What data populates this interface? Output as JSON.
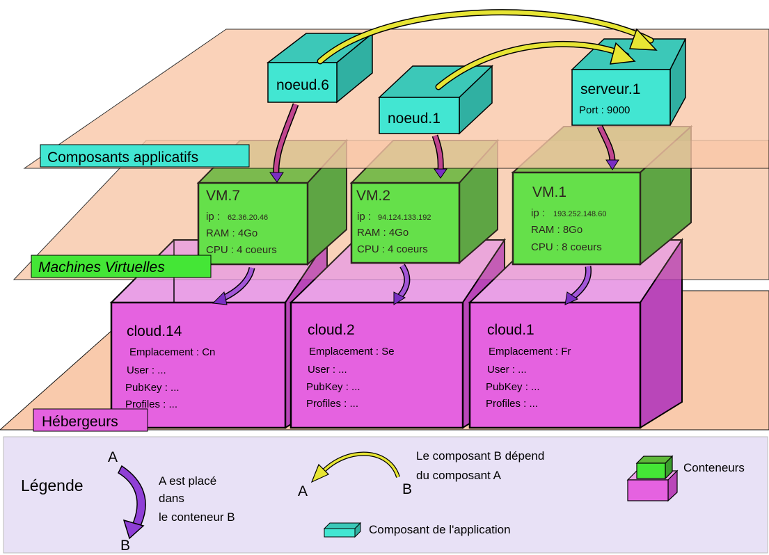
{
  "colors": {
    "plane": "#f9c8a8",
    "component": "#42e6d2",
    "vm": "#44e636",
    "host": "#e562e0",
    "host_side": "#c64ec6",
    "legend_bg": "#e8e1f6",
    "purple_arrow": "#8f3fd6",
    "magenta_arrow": "#c0448e",
    "yellow_arrow": "#e7e534"
  },
  "layers": {
    "components": "Composants applicatifs",
    "vms": "Machines Virtuelles",
    "hosts": "Hébergeurs"
  },
  "components": {
    "n6": {
      "name": "noeud.6"
    },
    "n1": {
      "name": "noeud.1"
    },
    "s1": {
      "name": "serveur.1",
      "port": "Port : 9000"
    }
  },
  "vms": {
    "vm7": {
      "name": "VM.7",
      "ip_label": "ip :",
      "ip": "62.36.20.46",
      "ram": "RAM : 4Go",
      "cpu": "CPU : 4 coeurs"
    },
    "vm2": {
      "name": "VM.2",
      "ip_label": "ip :",
      "ip": "94.124.133.192",
      "ram": "RAM : 4Go",
      "cpu": "CPU : 4 coeurs"
    },
    "vm1": {
      "name": "VM.1",
      "ip_label": "ip :",
      "ip": "193.252.148.60",
      "ram": "RAM : 8Go",
      "cpu": "CPU : 8 coeurs"
    }
  },
  "hosts": {
    "c14": {
      "name": "cloud.14",
      "location": "Emplacement : Cn",
      "user": "User : ...",
      "pubkey": "PubKey : ...",
      "profiles": "Profiles : ..."
    },
    "c2": {
      "name": "cloud.2",
      "location": "Emplacement : Se",
      "user": "User : ...",
      "pubkey": "PubKey : ...",
      "profiles": "Profiles : ..."
    },
    "c1": {
      "name": "cloud.1",
      "location": "Emplacement : Fr",
      "user": "User : ...",
      "pubkey": "PubKey : ...",
      "profiles": "Profiles : ..."
    }
  },
  "legend": {
    "title": "Légende",
    "placed_a": "A",
    "placed_b": "B",
    "placed_text_1": "A est placé",
    "placed_text_2": "dans",
    "placed_text_3": "le conteneur B",
    "depends_a": "A",
    "depends_b": "B",
    "depends_text_1": "Le composant B dépend",
    "depends_text_2": "du composant A",
    "containers": "Conteneurs",
    "app_component": "Composant de l'application"
  }
}
